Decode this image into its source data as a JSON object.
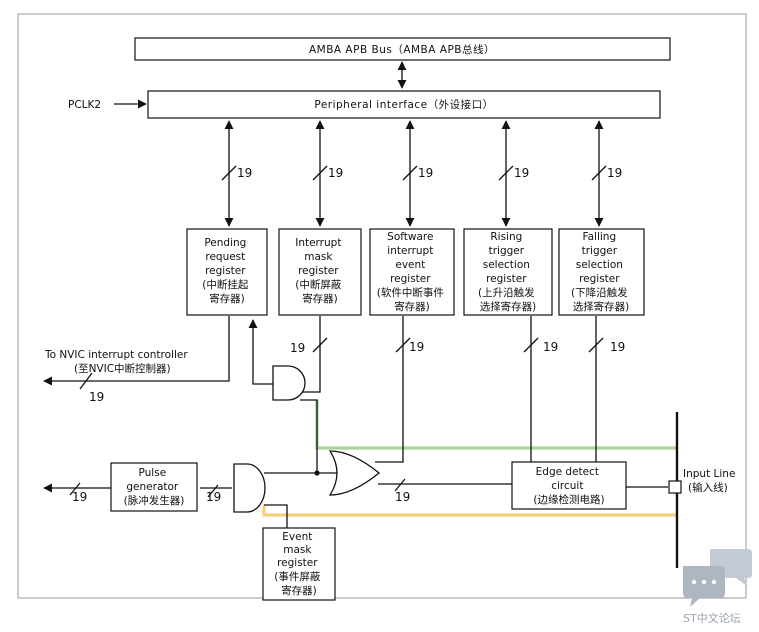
{
  "bus": {
    "label": "AMBA APB Bus（AMBA APB总线）"
  },
  "peripheral": {
    "label": "Peripheral interface（外设接口）"
  },
  "pclk": {
    "label": "PCLK2"
  },
  "registers": [
    {
      "lines": [
        "Pending",
        "request",
        "register",
        "(中断挂起",
        "寄存器)"
      ]
    },
    {
      "lines": [
        "Interrupt",
        "mask",
        "register",
        "(中断屏蔽",
        "寄存器)"
      ]
    },
    {
      "lines": [
        "Software",
        "interrupt",
        "event",
        "register",
        "(软件中断事件",
        "寄存器)"
      ]
    },
    {
      "lines": [
        "Rising",
        "trigger",
        "selection",
        "register",
        "(上升沿触发",
        "选择寄存器)"
      ]
    },
    {
      "lines": [
        "Falling",
        "trigger",
        "selection",
        "register",
        "(下降沿触发",
        "选择寄存器)"
      ]
    }
  ],
  "bus_width": "19",
  "nvic": {
    "line1": "To NVIC interrupt controller",
    "line2": "(至NVIC中断控制器)"
  },
  "pulse": {
    "lines": [
      "Pulse",
      "generator",
      "(脉冲发生器)"
    ]
  },
  "edge": {
    "lines": [
      "Edge detect",
      "circuit",
      "(边缘检测电路)"
    ]
  },
  "event_mask": {
    "lines": [
      "Event",
      "mask",
      "register",
      "(事件屏蔽",
      "寄存器)"
    ]
  },
  "input_line": {
    "line1": "Input Line",
    "line2": "(输入线)"
  },
  "watermark": {
    "text": "ST中文论坛"
  },
  "colors": {
    "green": "#a8d49a",
    "yellow": "#f3d27a",
    "badge": "#c3cad3"
  }
}
